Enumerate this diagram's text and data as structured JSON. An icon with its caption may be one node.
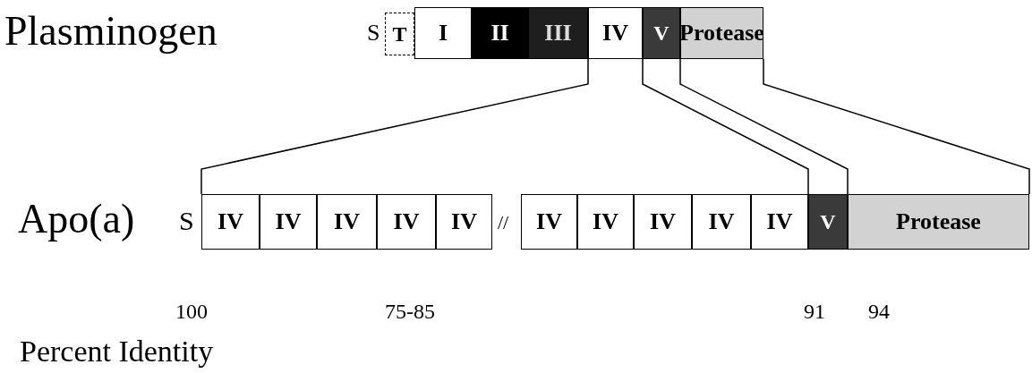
{
  "diagram": {
    "nodes": [
      {
        "text": [
          "T"
        ]
      },
      {
        "text": [
          "I"
        ]
      },
      {
        "text": [
          "II"
        ]
      },
      {
        "text": [
          "III"
        ]
      },
      {
        "text": [
          "IV"
        ]
      },
      {
        "text": [
          "V"
        ]
      },
      {
        "text": [
          "Protease"
        ]
      },
      {
        "text": [
          "IV"
        ]
      },
      {
        "text": [
          "IV"
        ]
      },
      {
        "text": [
          "IV"
        ]
      },
      {
        "text": [
          "IV"
        ]
      },
      {
        "text": [
          "IV"
        ]
      },
      {
        "text": [
          "IV"
        ]
      },
      {
        "text": [
          "IV"
        ]
      },
      {
        "text": [
          "IV"
        ]
      },
      {
        "text": [
          "IV"
        ]
      },
      {
        "text": [
          "IV"
        ]
      },
      {
        "text": [
          "V"
        ]
      },
      {
        "text": [
          "Protease"
        ]
      }
    ],
    "edges": [
      {
        "from": 4,
        "to": 7,
        "arrow": "none"
      },
      {
        "from": 4,
        "to": 16,
        "arrow": "none"
      },
      {
        "from": 5,
        "to": 17,
        "arrow": "none"
      },
      {
        "from": 6,
        "to": 18,
        "arrow": "none"
      }
    ],
    "labels": [
      "Plasminogen",
      "S",
      "Apo(a)",
      "S",
      "//",
      "100",
      "75-85",
      "91",
      "94",
      "Percent Identity"
    ]
  }
}
